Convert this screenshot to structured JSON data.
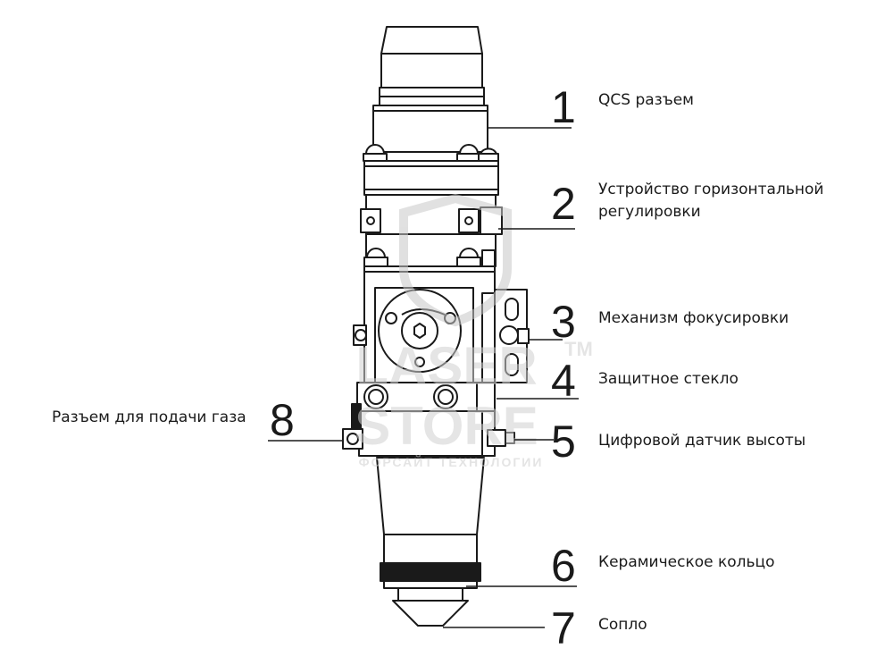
{
  "callouts": [
    {
      "number": "1",
      "label": "QCS разъем"
    },
    {
      "number": "2",
      "label_line1": "Устройство горизонтальной",
      "label_line2": "регулировки"
    },
    {
      "number": "3",
      "label": "Механизм фокусировки"
    },
    {
      "number": "4",
      "label": "Защитное стекло"
    },
    {
      "number": "5",
      "label": "Цифровой датчик высоты"
    },
    {
      "number": "6",
      "label": "Керамическое кольцо"
    },
    {
      "number": "7",
      "label": "Сопло"
    },
    {
      "number": "8",
      "label": "Разъем для подачи газа"
    }
  ],
  "watermark": {
    "line1": "LASER",
    "line2": "STORE",
    "tm": "TM",
    "tagline": "ФОРСАЙТ ТЕХНОЛОГИИ"
  },
  "colors": {
    "line": "#1a1a1a",
    "watermark": "#d9d9d9"
  }
}
